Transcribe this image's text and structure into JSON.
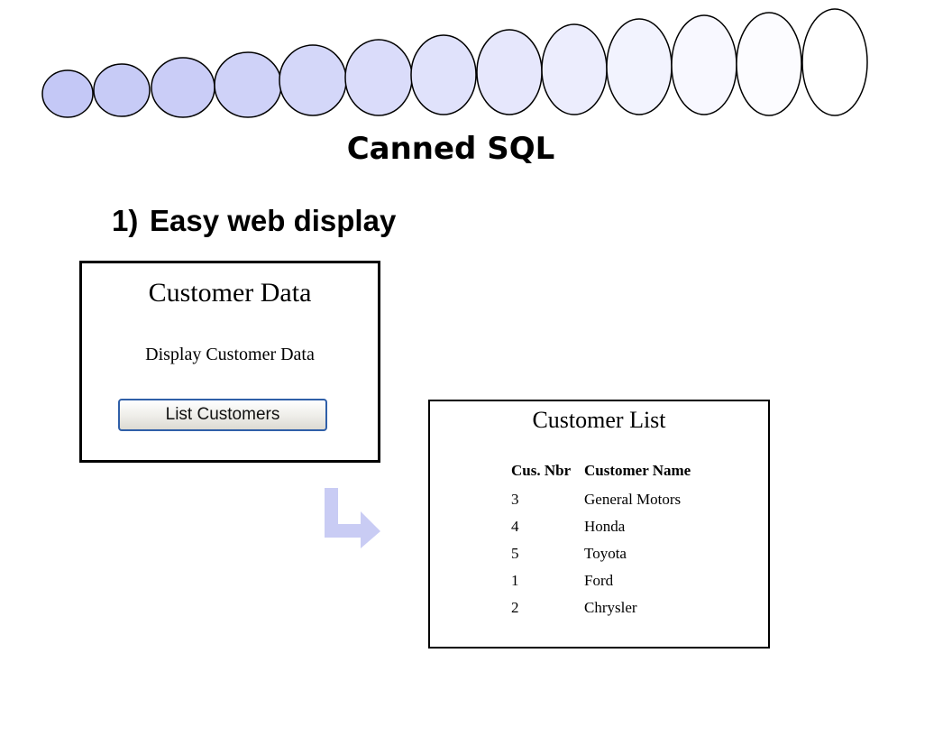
{
  "slide": {
    "title": "Canned SQL",
    "bullet_number": "1)",
    "bullet_text": "Easy web display"
  },
  "customer_data_page": {
    "heading": "Customer Data",
    "description": "Display Customer Data",
    "button_label": "List Customers"
  },
  "customer_list_page": {
    "heading": "Customer List",
    "columns": [
      "Cus. Nbr",
      "Customer Name"
    ],
    "rows": [
      [
        "3",
        "General Motors"
      ],
      [
        "4",
        "Honda"
      ],
      [
        "5",
        "Toyota"
      ],
      [
        "1",
        "Ford"
      ],
      [
        "2",
        "Chrysler"
      ]
    ]
  },
  "colors": {
    "bubble_dark": "#c4c8f6",
    "bubble_light": "#ffffff",
    "arrow": "#c9ccf4",
    "button_border": "#2f5fa8"
  }
}
